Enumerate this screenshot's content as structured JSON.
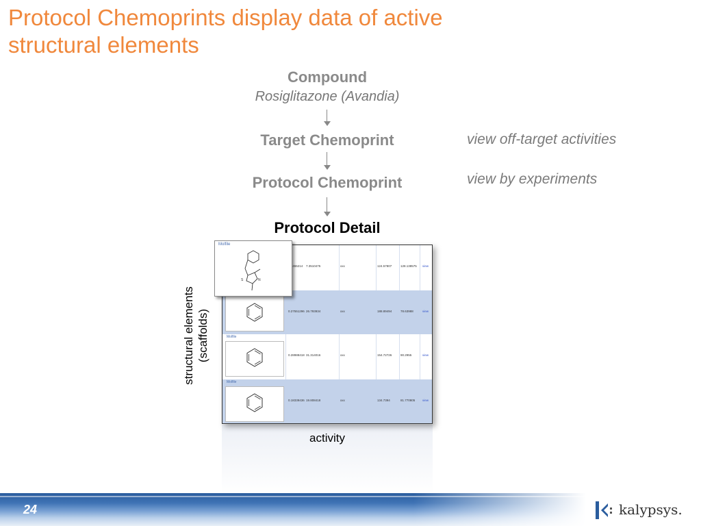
{
  "slide": {
    "title": "Protocol Chemoprints display data of active structural elements",
    "page_number": "24",
    "brand": "kalypsys."
  },
  "flow": {
    "compound_label": "Compound",
    "compound_name": "Rosiglitazone (Avandia)",
    "target_label": "Target Chemoprint",
    "protocol_label": "Protocol Chemoprint",
    "detail_label": "Protocol Detail"
  },
  "notes": {
    "off_target": "view off-target activities",
    "experiments": "view by experiments"
  },
  "annotations": {
    "vertical_line1": "structural elements",
    "vertical_line2": "(scaffolds)",
    "activity": "activity"
  },
  "table": {
    "molfile_tag": "Molfile",
    "rows": [
      {
        "c1": "0.7455214",
        "c2": "7.3510475",
        "c3": "xxx",
        "c4": "124.57807",
        "c5": "128.138575",
        "link": "view"
      },
      {
        "c1": "0.27551296",
        "c2": "26.793934",
        "c3": "xxx",
        "c4": "188.89494",
        "c5": "78.63988",
        "link": "view"
      },
      {
        "c1": "0.28988418",
        "c2": "31.314016",
        "c3": "xxx",
        "c4": "154.72726",
        "c5": "90.2955",
        "link": "view"
      },
      {
        "c1": "0.18339436",
        "c2": "19.808418",
        "c3": "xxx",
        "c4": "134.7394",
        "c5": "81.770805",
        "link": "view"
      }
    ]
  },
  "colors": {
    "title": "#f0883c",
    "row_highlight": "#c3d2ea",
    "footer_blue": "#2b5d9e"
  }
}
